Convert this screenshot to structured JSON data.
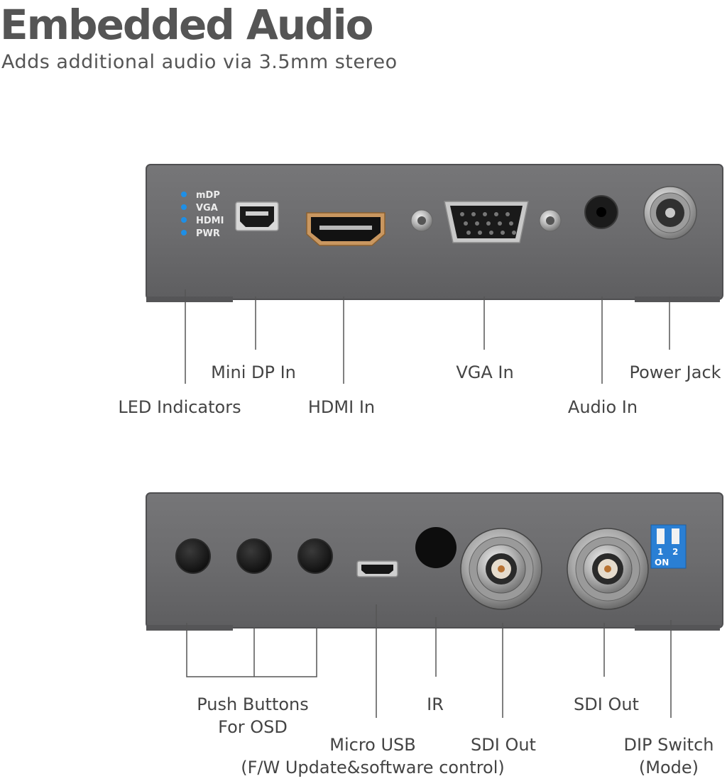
{
  "header": {
    "title": "Embedded Audio",
    "subtitle": "Adds additional audio via 3.5mm stereo"
  },
  "front_panel": {
    "led_labels": [
      "mDP",
      "VGA",
      "HDMI",
      "PWR"
    ],
    "led_color": "#1e8fe6",
    "callouts": {
      "led_indicators": "LED Indicators",
      "mini_dp_in": "Mini DP In",
      "hdmi_in": "HDMI In",
      "vga_in": "VGA In",
      "audio_in": "Audio In",
      "power_jack": "Power Jack"
    }
  },
  "rear_panel": {
    "dip_switch": {
      "numbers": [
        "1",
        "2"
      ],
      "on_label": "ON",
      "color": "#2a7fd4"
    },
    "callouts": {
      "push_buttons_line1": "Push Buttons",
      "push_buttons_line2": "For OSD",
      "micro_usb_line1": "Micro USB",
      "micro_usb_line2": "(F/W Update&software control)",
      "ir": "IR",
      "sdi_out_1": "SDI Out",
      "sdi_out_2": "SDI Out",
      "dip_switch_line1": "DIP Switch",
      "dip_switch_line2": "(Mode)"
    }
  },
  "colors": {
    "device_body": "#6a6a6c",
    "device_edge": "#4f4f51",
    "text": "#444444"
  }
}
